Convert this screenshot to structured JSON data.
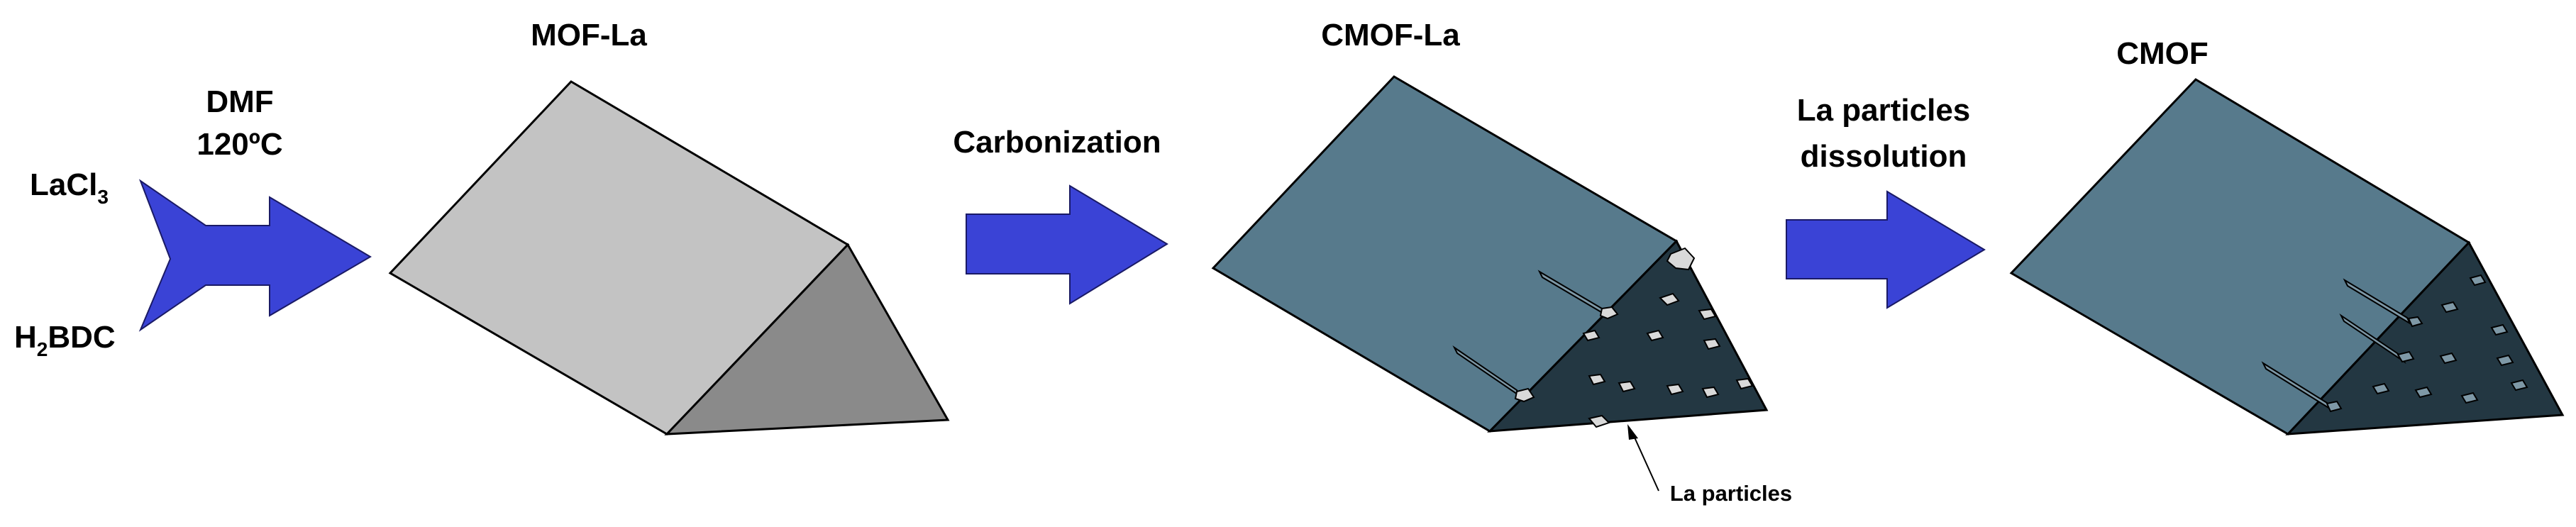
{
  "reagents": {
    "lacl": "LaCl",
    "lacl_sub": "3",
    "h2bdc_h": "H",
    "h2bdc_sub": "2",
    "h2bdc_rest": "BDC"
  },
  "step1": {
    "solvent": "DMF",
    "temperature": "120ºC"
  },
  "step2": {
    "label": "Carbonization"
  },
  "step3": {
    "line1": "La particles",
    "line2": "dissolution"
  },
  "products": {
    "mof": "MOF-La",
    "cmof_la": "CMOF-La",
    "cmof": "CMOF"
  },
  "annotation": {
    "particles": "La particles"
  },
  "colors": {
    "arrow": "#3A43D6",
    "mof_top": "#C3C3C3",
    "mof_end": "#8A8A8A",
    "carbon_top": "#577A8C",
    "carbon_end": "#233742",
    "particle": "#D9D9D9"
  }
}
